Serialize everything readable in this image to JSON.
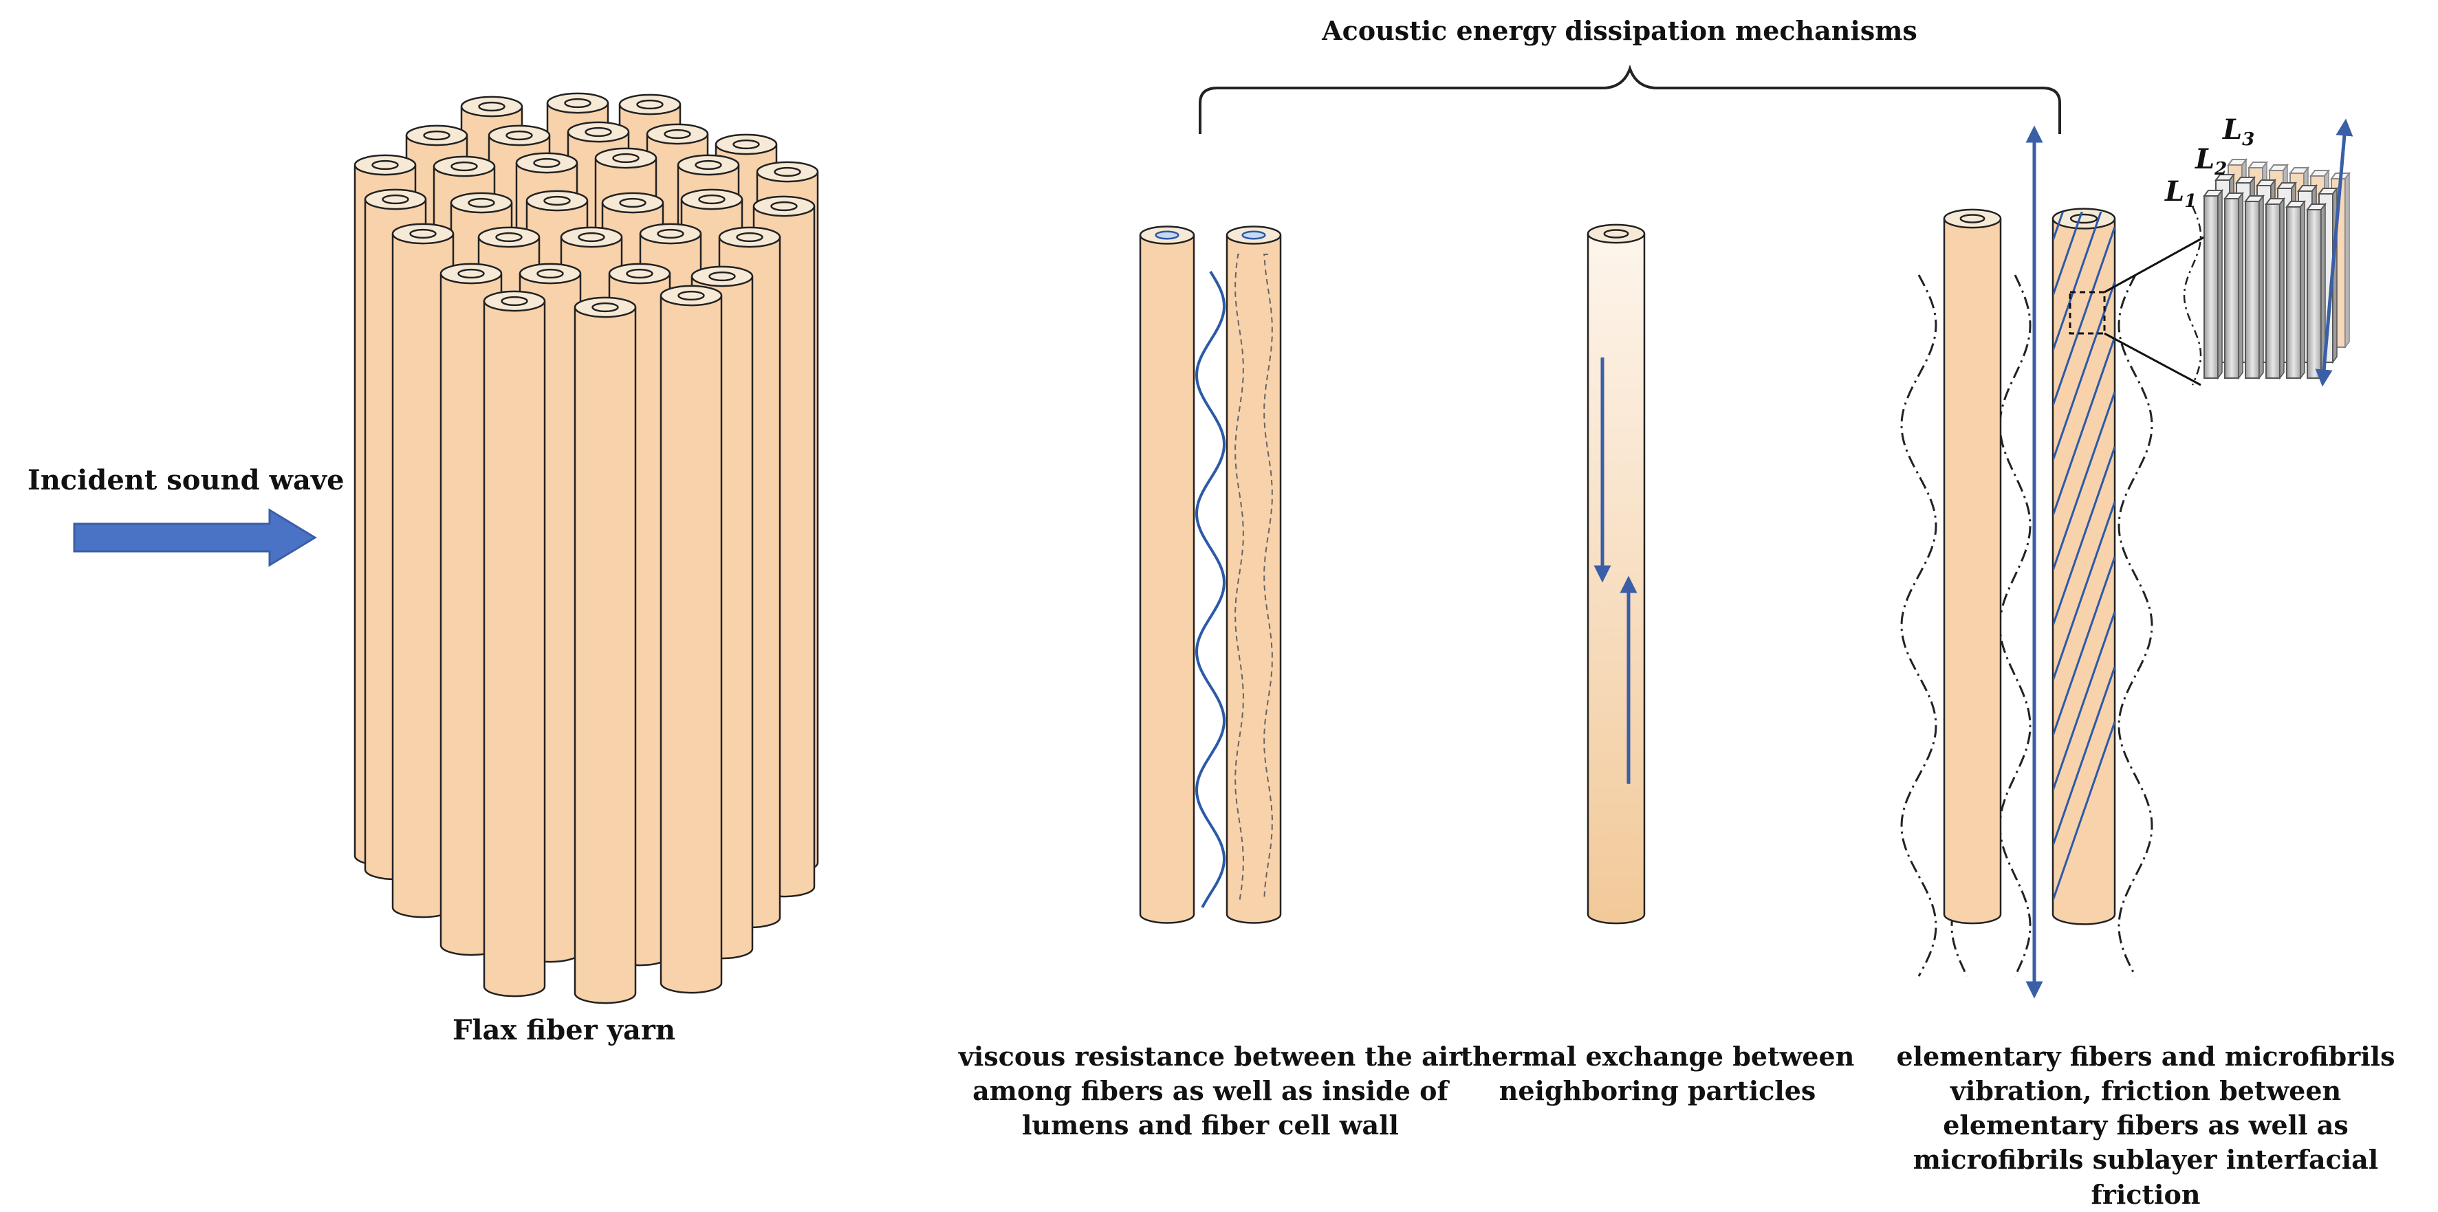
{
  "title": "Acoustic energy dissipation mechanisms",
  "incident_label": "Incident sound wave",
  "yarn_label": "Flax fiber yarn",
  "mechanisms": [
    {
      "caption": "viscous resistance between the air among fibers as well as inside of lumens and fiber cell wall"
    },
    {
      "caption": "thermal exchange between neighboring particles"
    },
    {
      "caption": "elementary fibers and microfibrils vibration, friction between elementary fibers as well as microfibrils sublayer interfacial friction"
    }
  ],
  "layers": {
    "l1": {
      "base": "L",
      "sub": "1"
    },
    "l2": {
      "base": "L",
      "sub": "2"
    },
    "l3": {
      "base": "L",
      "sub": "3"
    }
  },
  "colors": {
    "fiber_fill": "#f8d2ab",
    "fiber_top": "#f6ead7",
    "fiber_stroke": "#222222",
    "arrow_blue": "#3a5fa6",
    "wave_blue": "#2c5aa8",
    "microfibril_fill": "#d6d6d6"
  }
}
